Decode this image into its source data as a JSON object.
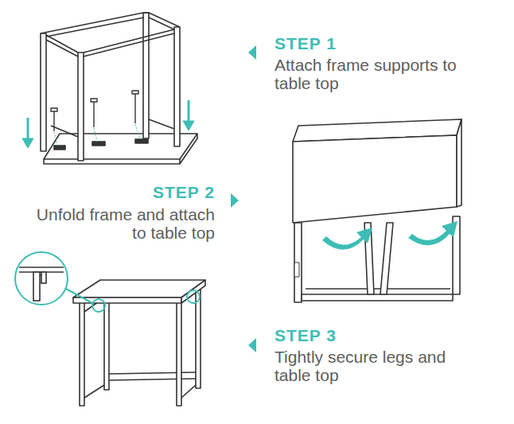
{
  "diagram": {
    "labels": [
      "STEP 1",
      "Attach frame supports to table top",
      "STEP 2",
      "Unfold frame and attach to table top",
      "STEP 3",
      "Tightly secure legs and table top"
    ]
  }
}
